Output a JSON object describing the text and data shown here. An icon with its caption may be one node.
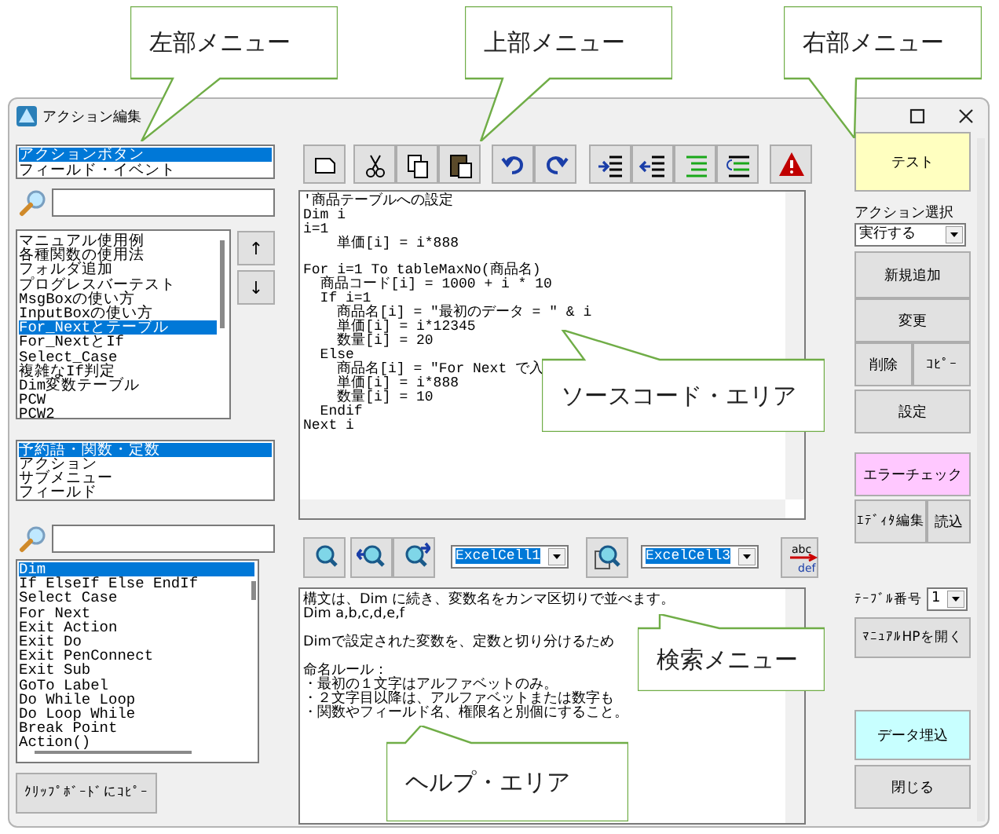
{
  "diagram": {
    "nodes": [
      {
        "text": [
          "左部メニュー"
        ]
      },
      {
        "text": [
          "上部メニュー"
        ]
      },
      {
        "text": [
          "右部メニュー"
        ]
      },
      {
        "text": [
          "↑"
        ]
      },
      {
        "text": [
          "↓"
        ]
      },
      {
        "text": [
          "テスト"
        ]
      },
      {
        "text": [
          "新規追加"
        ]
      },
      {
        "text": [
          "変更"
        ]
      },
      {
        "text": [
          "削除"
        ]
      },
      {
        "text": [
          "ｺﾋﾟｰ"
        ]
      },
      {
        "text": [
          "設定"
        ]
      },
      {
        "text": [
          "ソースコード・エリア"
        ]
      },
      {
        "text": [
          "エラーチェック"
        ]
      },
      {
        "text": [
          "ｴﾃﾞｨﾀ編集"
        ]
      },
      {
        "text": [
          "読込"
        ]
      },
      {
        "text": [
          "ﾏﾆｭｱﾙHPを開く"
        ]
      },
      {
        "text": [
          "検索メニュー"
        ]
      },
      {
        "text": [
          "データ埋込"
        ]
      },
      {
        "text": [
          "ヘルプ・エリア"
        ]
      },
      {
        "text": [
          "ｸﾘｯﾌﾟﾎﾞｰﾄﾞにｺﾋﾟｰ"
        ]
      },
      {
        "text": [
          "閉じる"
        ]
      },
      {
        "text": [],
        "shape": "box"
      },
      {
        "text": [],
        "shape": "box"
      },
      {
        "text": [],
        "shape": "box"
      },
      {
        "text": [],
        "shape": "box"
      },
      {
        "text": [],
        "shape": "box"
      },
      {
        "text": [],
        "shape": "box"
      },
      {
        "text": [],
        "shape": "box"
      },
      {
        "text": [],
        "shape": "box"
      },
      {
        "text": [],
        "shape": "box"
      },
      {
        "text": [],
        "shape": "box"
      },
      {
        "text": [],
        "shape": "box"
      },
      {
        "text": [],
        "shape": "box"
      },
      {
        "text": [],
        "shape": "box"
      },
      {
        "text": [],
        "shape": "box"
      },
      {
        "text": [],
        "shape": "box"
      },
      {
        "text": [],
        "shape": "box"
      }
    ],
    "labels": [
      "アクション編集",
      "アクションボタン",
      "フィールド・イベント",
      "マニュアル使用例",
      "各種関数の使用法",
      "フォルダ追加",
      "プログレスバーテスト",
      "MsgBoxの使い方",
      "InputBoxの使い方",
      "For_Nextとテーブル",
      "For_NextとIf",
      "Select_Case",
      "複雑なIf判定",
      "Dim変数テーブル",
      "PCW",
      "PCW2",
      "予約語・関数・定数",
      "アクション",
      "サブメニュー",
      "フィールド",
      "Dim",
      "If ElseIf Else EndIf",
      "Select Case",
      "For Next",
      "Exit Action",
      "Exit Do",
      "Exit PenConnect",
      "Exit Sub",
      "GoTo Label",
      "Do While Loop",
      "Do Loop While",
      "Break Point",
      "Action()",
      "'商品テーブルへの設定",
      "Dim i",
      "i=1",
      "単価[i] = i*888",
      "For i=1 To tableMaxNo(商品名)",
      "商品コード[i] = 1000 + i * 10",
      "If i=1",
      "商品名[i] = \"最初のデータ = \" & i",
      "単価[i] = i*12345",
      "数量[i] = 20",
      "Else",
      "商品名[i] = \"For Next で入",
      "単価[i] = i*888",
      "数量[i] = 10",
      "Endif",
      "Next i",
      "ExcelCell1",
      "ExcelCell3",
      "構文は、Dim に続き、変数名をカンマ区切りで並べます。",
      "Dim a,b,c,d,e,f",
      "Dimで設定された変数を、定数と切り分けるため",
      "命名ルール：",
      "・最初の１文字はアルファベットのみ。",
      "・２文字目以降は、アルファベットまたは数字も",
      "・関数やフィールド名、権限名と別個にすること。",
      "アクション選択",
      "実行する",
      "ﾃｰﾌﾞﾙ番号",
      "1",
      "abc",
      "def"
    ]
  }
}
